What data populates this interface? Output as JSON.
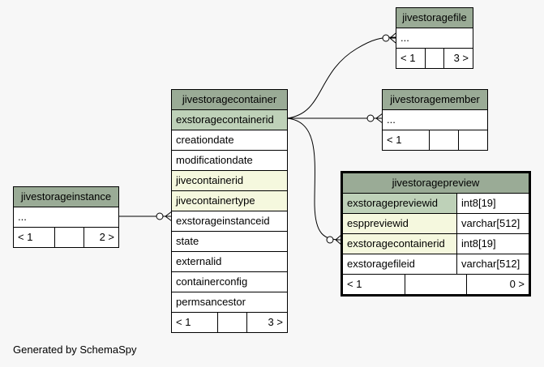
{
  "tables": {
    "jivestoragefile": {
      "name": "jivestoragefile",
      "rows": [
        "..."
      ],
      "footer": [
        "< 1",
        "",
        "3 >"
      ]
    },
    "jivestoragemember": {
      "name": "jivestoragemember",
      "rows": [
        "..."
      ],
      "footer": [
        "< 1",
        "",
        ""
      ]
    },
    "jivestoragecontainer": {
      "name": "jivestoragecontainer",
      "columns": [
        "exstoragecontainerid",
        "creationdate",
        "modificationdate",
        "jivecontainerid",
        "jivecontainertype",
        "exstorageinstanceid",
        "state",
        "externalid",
        "containerconfig",
        "permsancestor"
      ],
      "footer": [
        "< 1",
        "",
        "3 >"
      ]
    },
    "jivestorageinstance": {
      "name": "jivestorageinstance",
      "rows": [
        "..."
      ],
      "footer": [
        "< 1",
        "",
        "2 >"
      ]
    },
    "jivestoragepreview": {
      "name": "jivestoragepreview",
      "columns": [
        {
          "name": "exstoragepreviewid",
          "type": "int8[19]"
        },
        {
          "name": "esppreviewid",
          "type": "varchar[512]"
        },
        {
          "name": "exstoragecontainerid",
          "type": "int8[19]"
        },
        {
          "name": "exstoragefileid",
          "type": "varchar[512]"
        }
      ],
      "footer": [
        "< 1",
        "",
        "0 >"
      ]
    }
  },
  "caption": "Generated by SchemaSpy",
  "colors": {
    "header": "#9aab96",
    "primary_key": "#bed1b8",
    "foreign_key": "#f5f8de",
    "background": "#f7f7f7"
  }
}
